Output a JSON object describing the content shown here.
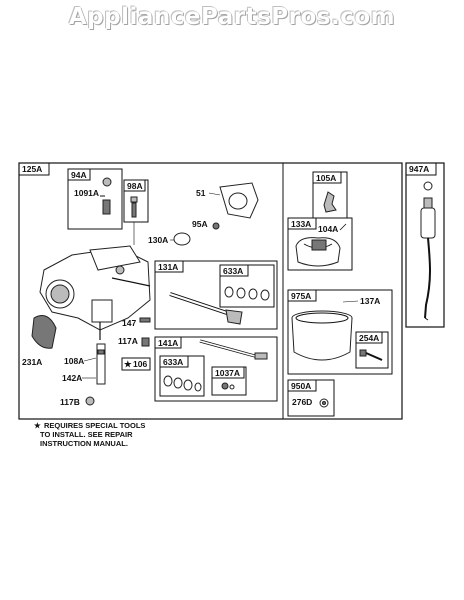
{
  "watermark": "AppliancePartsPros.com",
  "diagram": {
    "frame_label": "125A",
    "labels": {
      "p94A": "94A",
      "p1091A": "1091A",
      "p98A": "98A",
      "p51": "51",
      "p95A": "95A",
      "p130A": "130A",
      "p105A": "105A",
      "p133A": "133A",
      "p104A": "104A",
      "p947A": "947A",
      "p131A": "131A",
      "p633A_1": "633A",
      "p975A": "975A",
      "p137A": "137A",
      "p147": "147",
      "p117A_1": "117A",
      "p106": "106",
      "p231A": "231A",
      "p108A": "108A",
      "p142A": "142A",
      "p117B": "117B",
      "p141A": "141A",
      "p633A_2": "633A",
      "p1037A": "1037A",
      "p254A": "254A",
      "p950A": "950A",
      "p276D": "276D"
    },
    "note_line1": "REQUIRES SPECIAL TOOLS",
    "note_line2": "TO INSTALL. SEE REPAIR",
    "note_line3": "INSTRUCTION MANUAL."
  }
}
